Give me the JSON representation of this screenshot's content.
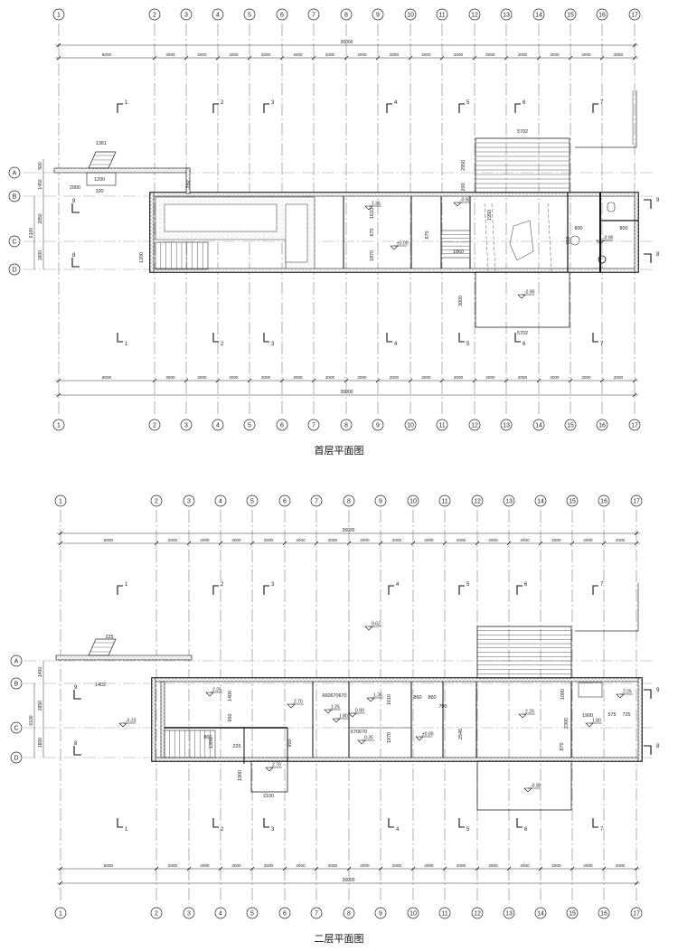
{
  "plans": [
    {
      "title": "首层平面图",
      "axis_labels": [
        "1",
        "2",
        "3",
        "4",
        "5",
        "6",
        "7",
        "8",
        "9",
        "10",
        "11",
        "12",
        "13",
        "14",
        "15",
        "16",
        "17"
      ],
      "row_labels": [
        "A",
        "B",
        "C",
        "D"
      ],
      "total_dimension": "36000",
      "bay_dimensions": [
        "6000",
        "2000",
        "2000",
        "2000",
        "2000",
        "2000",
        "2000",
        "2000",
        "2000",
        "2000",
        "2000",
        "2000",
        "2000",
        "2000",
        "2000",
        "2000"
      ],
      "row_dimensions": [
        "500",
        "1450",
        "6100",
        "2850",
        "1800"
      ],
      "section_marks_top": [
        "1",
        "2",
        "3",
        "4",
        "5",
        "6",
        "7"
      ],
      "section_marks_bottom": [
        "1",
        "2",
        "3",
        "4",
        "5",
        "6",
        "7"
      ],
      "side_marks": [
        "9",
        "8"
      ],
      "dimensions": [
        {
          "label": "1361"
        },
        {
          "label": "1200"
        },
        {
          "label": "2000"
        },
        {
          "label": "100"
        },
        {
          "label": "250"
        },
        {
          "label": "1200"
        },
        {
          "label": "1610"
        },
        {
          "label": "670"
        },
        {
          "label": "1870"
        },
        {
          "label": "670"
        },
        {
          "label": "1860"
        },
        {
          "label": "5702"
        },
        {
          "label": "2950"
        },
        {
          "label": "200"
        },
        {
          "label": "1950"
        },
        {
          "label": "3000"
        },
        {
          "label": "5702"
        },
        {
          "label": "800"
        },
        {
          "label": "800"
        },
        {
          "label": "950"
        }
      ],
      "levels": [
        {
          "label": "1.35"
        },
        {
          "label": "±0.00"
        },
        {
          "label": "-0.90"
        },
        {
          "label": "-0.90"
        },
        {
          "label": "-0.90"
        }
      ]
    },
    {
      "title": "二层平面图",
      "axis_labels": [
        "1",
        "2",
        "3",
        "4",
        "5",
        "6",
        "7",
        "8",
        "9",
        "10",
        "11",
        "12",
        "13",
        "14",
        "15",
        "16",
        "17"
      ],
      "row_labels": [
        "A",
        "B",
        "C",
        "D"
      ],
      "total_dimension": "36000",
      "bay_dimensions": [
        "6000",
        "2000",
        "2000",
        "2000",
        "2000",
        "2000",
        "2000",
        "2000",
        "2000",
        "2000",
        "2000",
        "2000",
        "2000",
        "2000",
        "2000",
        "2000"
      ],
      "row_dimensions": [
        "1450",
        "6100",
        "2850",
        "1800"
      ],
      "section_marks_top": [
        "1",
        "2",
        "3",
        "4",
        "5",
        "6",
        "7"
      ],
      "section_marks_bottom": [
        "1",
        "2",
        "3",
        "4",
        "5",
        "6",
        "7"
      ],
      "side_marks": [
        "9",
        "8"
      ],
      "dimensions": [
        {
          "label": "225"
        },
        {
          "label": "1402"
        },
        {
          "label": "1400"
        },
        {
          "label": "950"
        },
        {
          "label": "1300"
        },
        {
          "label": "800"
        },
        {
          "label": "225"
        },
        {
          "label": "950"
        },
        {
          "label": "1900"
        },
        {
          "label": "2100"
        },
        {
          "label": "660670670"
        },
        {
          "label": "1610"
        },
        {
          "label": "670670"
        },
        {
          "label": "1870"
        },
        {
          "label": "860"
        },
        {
          "label": "860"
        },
        {
          "label": "700"
        },
        {
          "label": "2540"
        },
        {
          "label": "2300"
        },
        {
          "label": "1000"
        },
        {
          "label": "870"
        },
        {
          "label": "1900"
        },
        {
          "label": "575"
        },
        {
          "label": "725"
        }
      ],
      "levels": [
        {
          "label": "0.62"
        },
        {
          "label": "-0.23"
        },
        {
          "label": "2.25"
        },
        {
          "label": "2.70"
        },
        {
          "label": "1.25"
        },
        {
          "label": "1.80"
        },
        {
          "label": "1.35"
        },
        {
          "label": "0.90"
        },
        {
          "label": "0.35"
        },
        {
          "label": "±0.00"
        },
        {
          "label": "2.25"
        },
        {
          "label": "2.25"
        },
        {
          "label": "1.80"
        },
        {
          "label": "2.70"
        },
        {
          "label": "-0.90"
        }
      ]
    }
  ]
}
